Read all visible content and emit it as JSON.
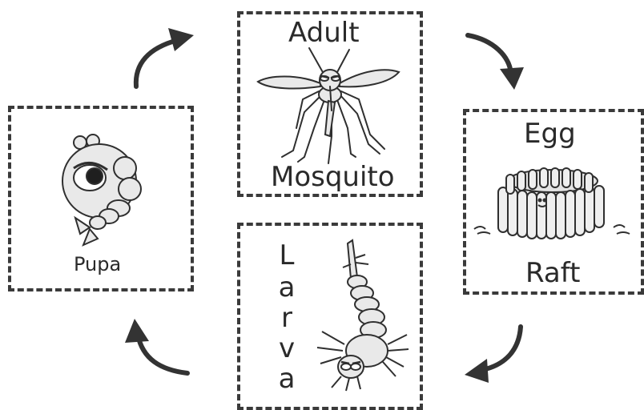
{
  "stages": {
    "adult": {
      "title": "Adult",
      "subtitle": "Mosquito",
      "icon": "adult-mosquito-icon"
    },
    "egg": {
      "title": "Egg",
      "subtitle": "Raft",
      "icon": "egg-raft-icon"
    },
    "larva": {
      "letters": [
        "L",
        "a",
        "r",
        "v",
        "a"
      ],
      "icon": "larva-icon"
    },
    "pupa": {
      "label": "Pupa",
      "icon": "pupa-icon"
    }
  },
  "colors": {
    "stroke": "#2f2f2f",
    "dash": "#3a3a3a",
    "fill": "#e9e9e9"
  }
}
